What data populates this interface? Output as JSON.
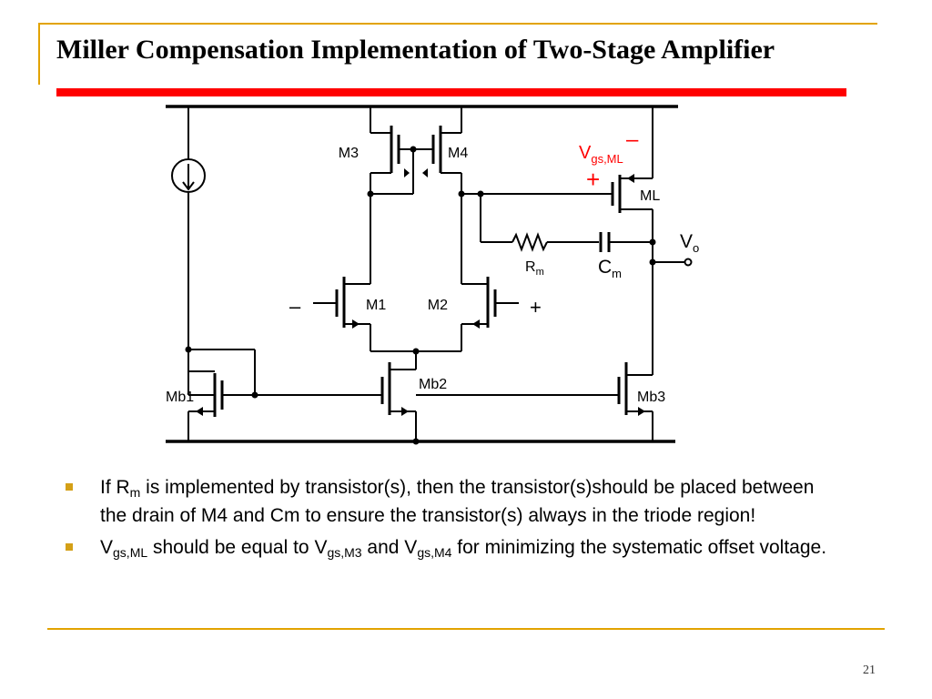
{
  "slide": {
    "title": "Miller Compensation Implementation of Two-Stage Amplifier",
    "page_number": "21"
  },
  "circuit": {
    "labels": {
      "m3": "M3",
      "m4": "M4",
      "m1": "M1",
      "m2": "M2",
      "ml": "ML",
      "mb1": "Mb1",
      "mb2": "Mb2",
      "mb3": "Mb3",
      "rm_main": "R",
      "rm_sub": "m",
      "cm_main": "C",
      "cm_sub": "m",
      "vo_main": "V",
      "vo_sub": "o",
      "vgs_main": "V",
      "vgs_sub": "gs,ML",
      "vgs_minus": "–",
      "vgs_plus": "+",
      "input_minus": "–",
      "input_plus": "+"
    },
    "colors": {
      "wire": "#000000",
      "annotation": "#ff0000"
    }
  },
  "bullets": [
    {
      "p1": "If R",
      "s1": "m",
      "p2": " is implemented by transistor(s), then the transistor(s)should be placed between the drain of M4 and Cm to ensure the transistor(s) always in the triode region!"
    },
    {
      "p1": "V",
      "s1": "gs,ML",
      "p2": " should be equal to V",
      "s2": "gs,M3",
      "p3": " and V",
      "s3": "gs,M4",
      "p4": " for minimizing the systematic offset voltage."
    }
  ]
}
